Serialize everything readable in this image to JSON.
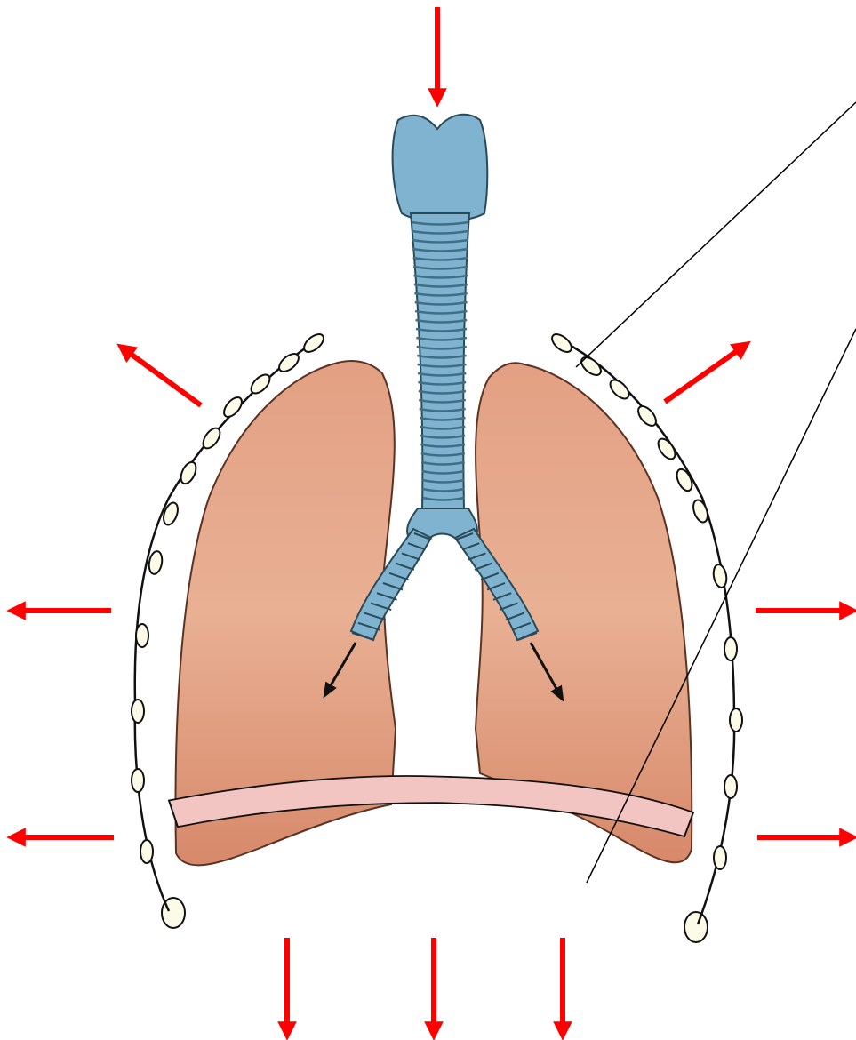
{
  "diagram": {
    "labels": [],
    "colors": {
      "airway": "#7fb3cf",
      "airway_stroke": "#2a4a58",
      "airway_rings": "#3f6f86",
      "lung_light": "#e5a789",
      "lung_mid": "#d48264",
      "lung_stroke": "#5a3324",
      "diaphragm_fill": "#f2c5c3",
      "rib_fill": "#fbfbe8",
      "outline": "#111111",
      "force_arrow": "#ff0000",
      "airflow_arrow": "#111111",
      "leader_line": "#000000"
    },
    "elements": {
      "inhalation_arrow": "air-inflow-arrow",
      "expansion_arrows": "rib-cage-expansion-arrows",
      "descent_arrows": "diaphragm-descent-arrows",
      "bronchi_arrows": "air-into-lungs-arrows"
    }
  }
}
